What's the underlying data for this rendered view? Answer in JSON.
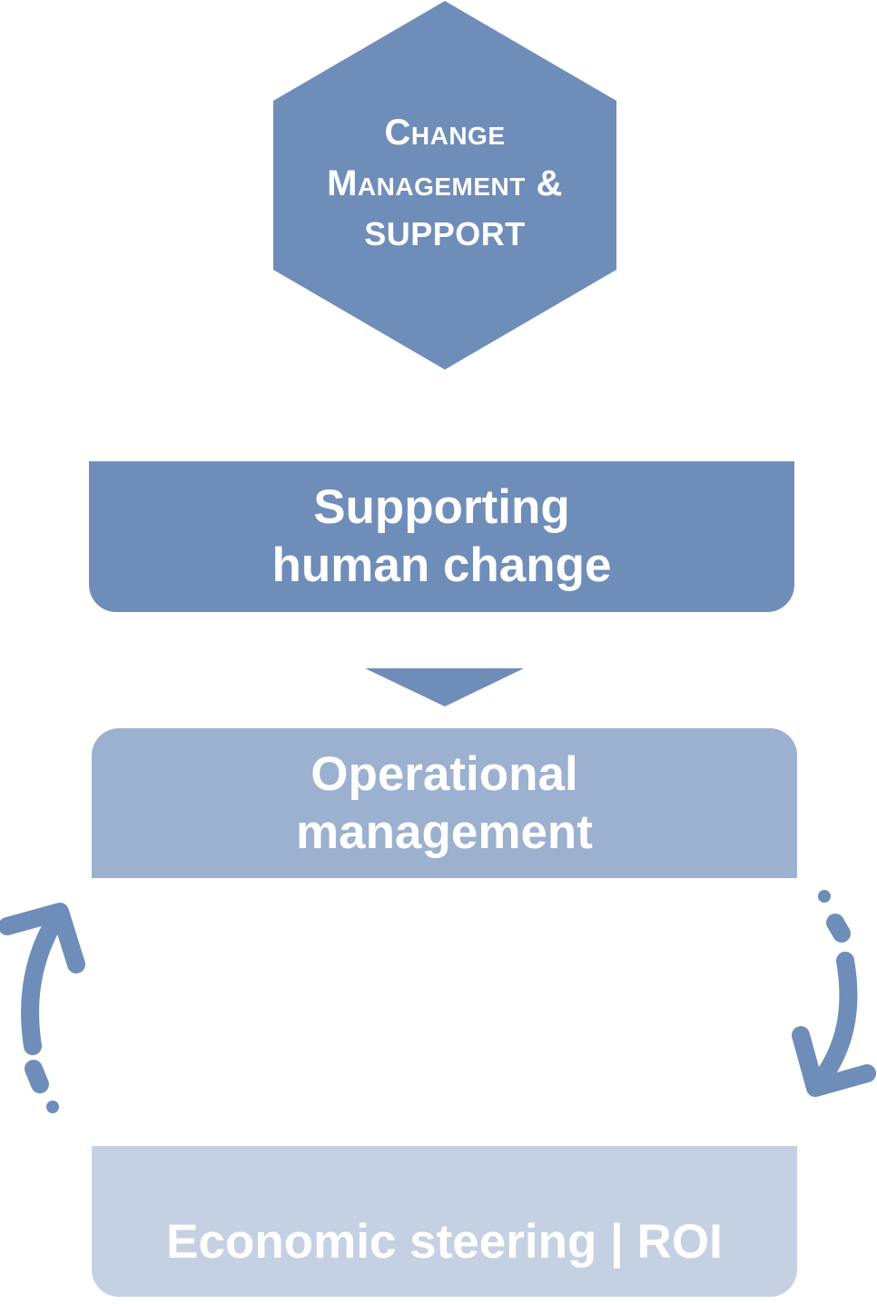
{
  "hexagon": {
    "line1": "Change",
    "line2": "Management &",
    "line3": "support"
  },
  "boxes": {
    "supporting": {
      "line1": "Supporting",
      "line2": "human change"
    },
    "operational": {
      "line1": "Operational",
      "line2": "management"
    },
    "economic": {
      "label": "Economic steering | ROI"
    }
  },
  "colors": {
    "primary": "#6f8db9",
    "medium": "#9cb0cf",
    "light": "#c5d1e2",
    "arrow": "#6f8db9"
  }
}
